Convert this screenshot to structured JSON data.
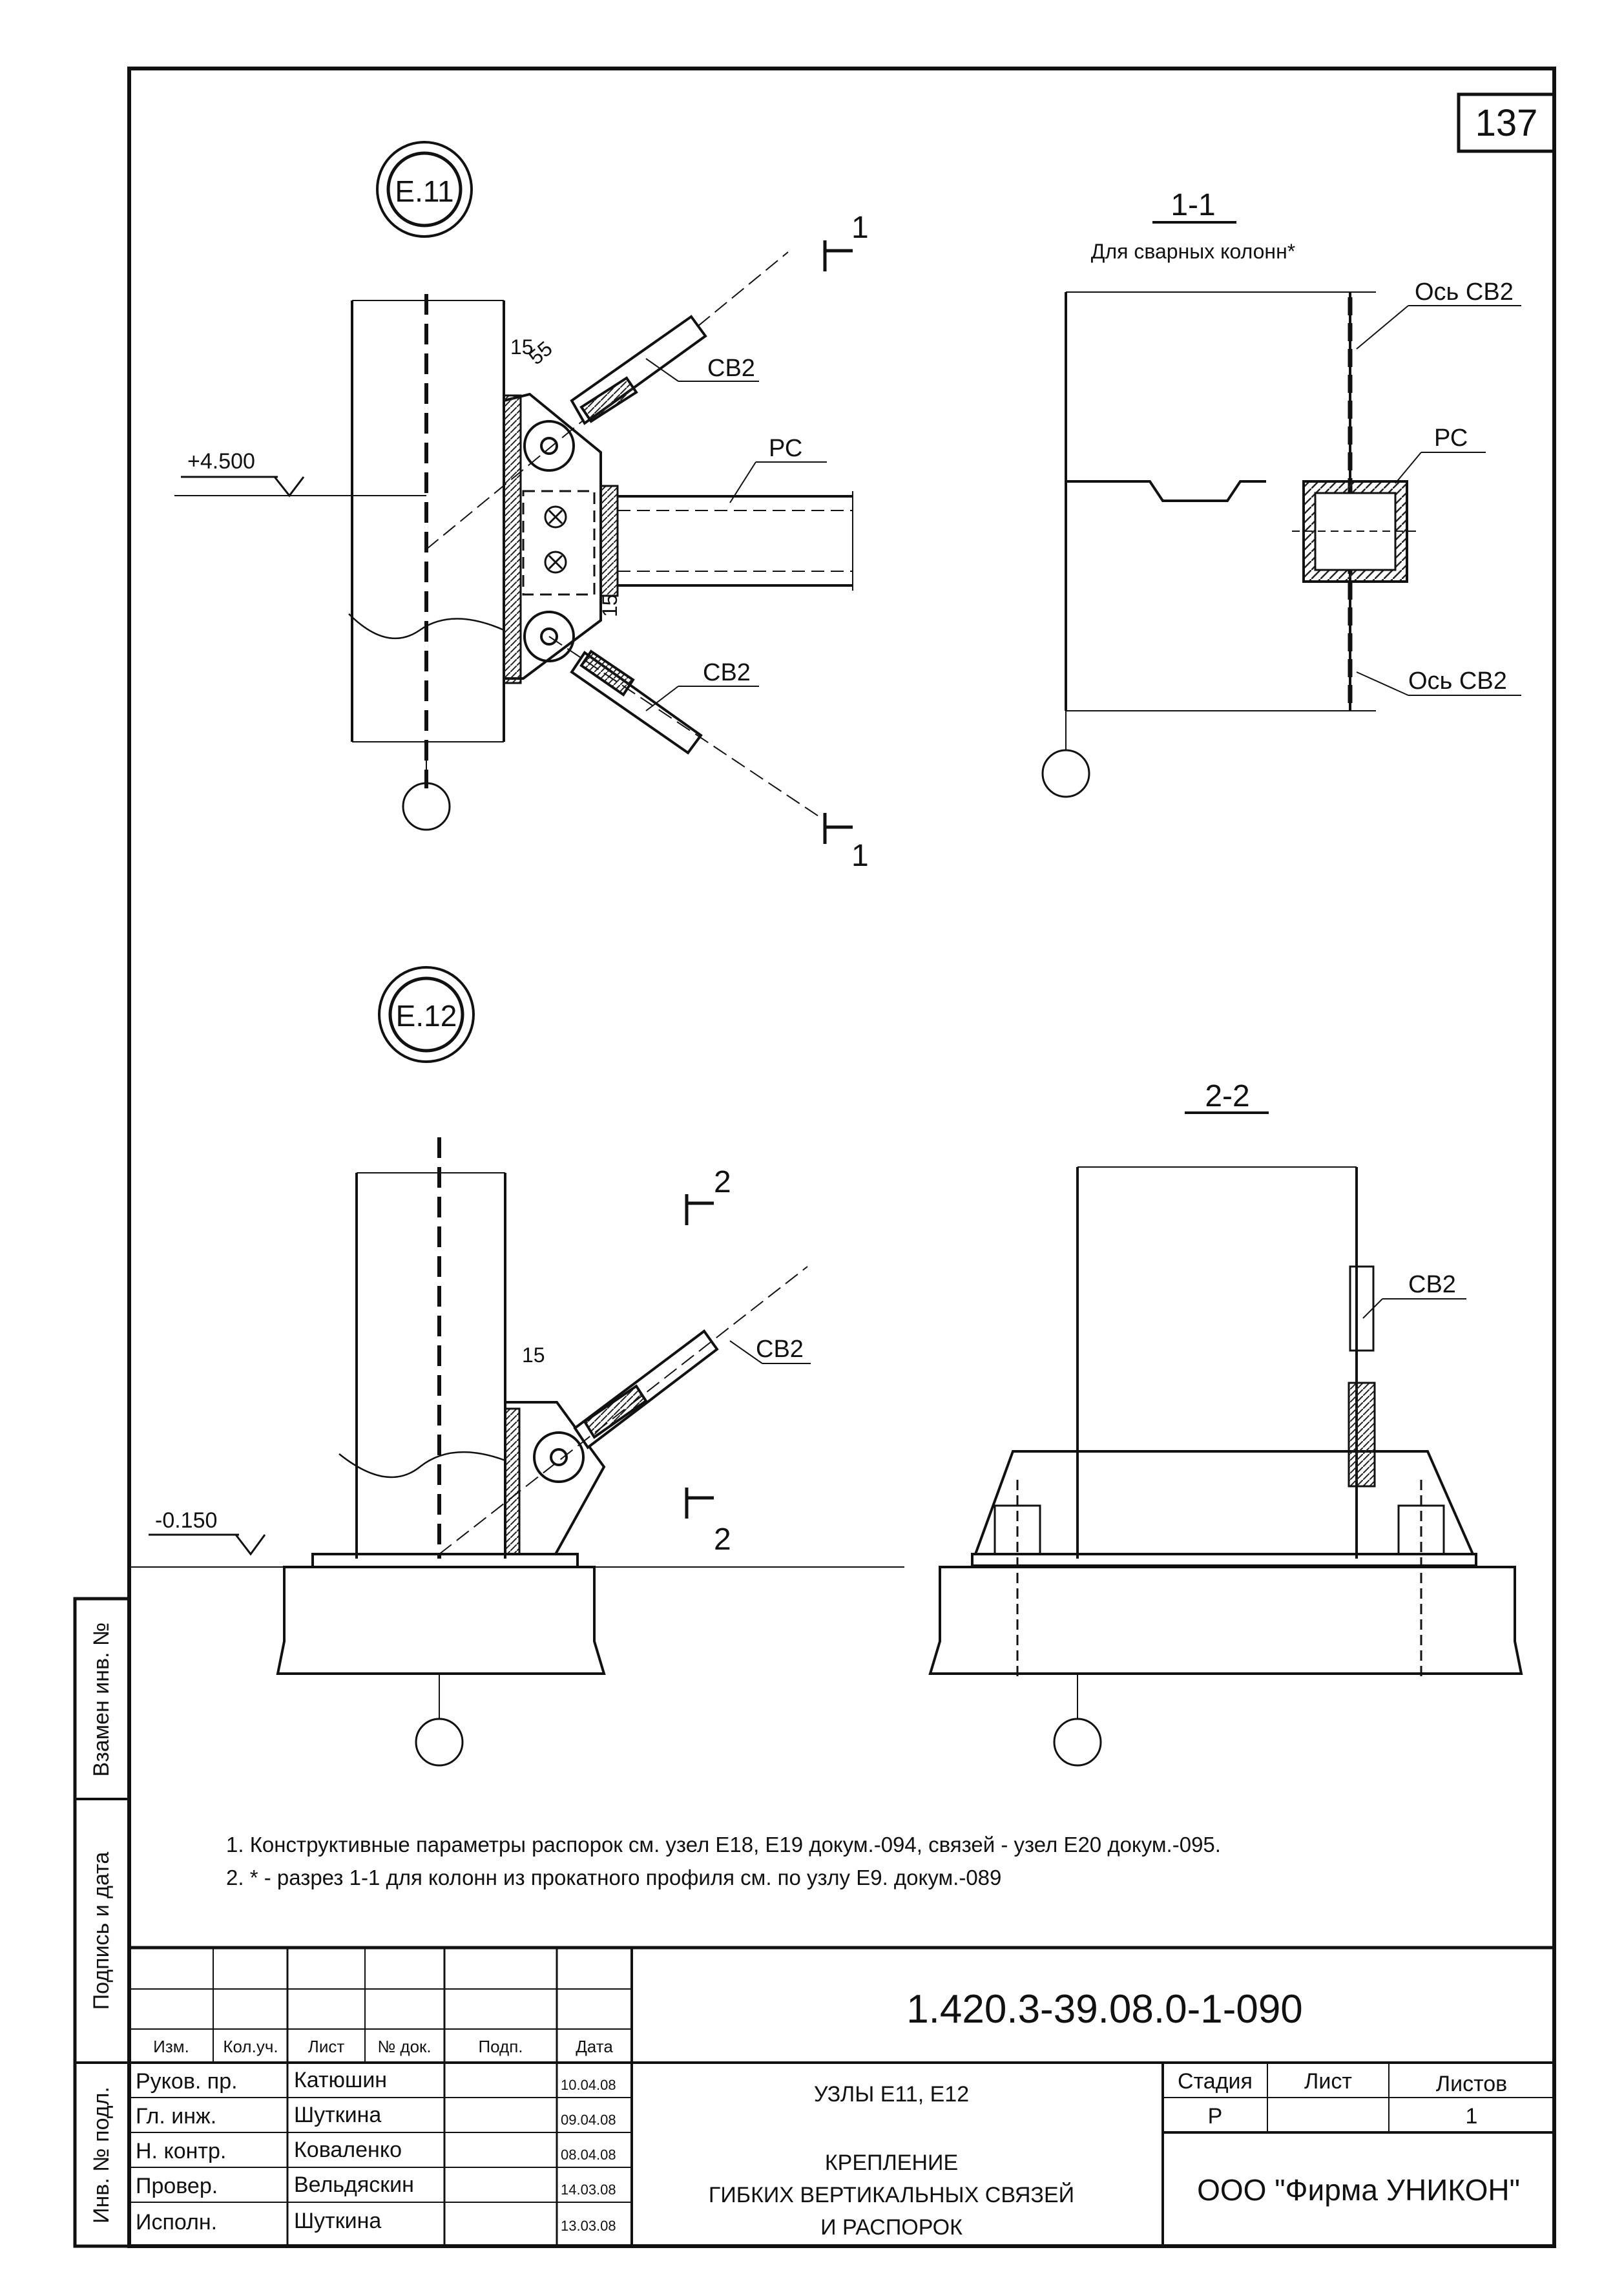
{
  "sheet_number": "137",
  "nodes": {
    "e11": "Е.11",
    "e12": "Е.12"
  },
  "section_marks": {
    "s1": "1",
    "s2": "2"
  },
  "drawing_e11": {
    "level": "+4.500",
    "dim_15_top": "15",
    "dim_55": "55",
    "dim_15_bottom": "15",
    "label_cb2_top": "СВ2",
    "label_pc": "РС",
    "label_cb2_bottom": "СВ2"
  },
  "section_1_1": {
    "title": "1-1",
    "subtitle": "Для сварных колонн*",
    "axis_top": "Ось СВ2",
    "label_pc": "РС",
    "axis_bottom": "Ось СВ2"
  },
  "drawing_e12": {
    "level": "-0.150",
    "dim_15": "15",
    "label_cb2": "СВ2"
  },
  "section_2_2": {
    "title": "2-2",
    "label_cb2": "СВ2"
  },
  "notes": [
    "1. Конструктивные параметры распорок см. узел Е18, Е19 докум.-094, связей - узел Е20 докум.-095.",
    "2. * - разрез 1-1 для колонн из прокатного профиля см. по узлу Е9. докум.-089"
  ],
  "side_stamp": {
    "vzamen": "Взамен инв. №",
    "podpis": "Подпись и дата",
    "inv": "Инв. № подл."
  },
  "title_block": {
    "code": "1.420.3-39.08.0-1-090",
    "headers": [
      "Изм.",
      "Кол.уч.",
      "Лист",
      "№ док.",
      "Подп.",
      "Дата"
    ],
    "rows": [
      {
        "role": "Руков. пр.",
        "name": "Катюшин",
        "date": "10.04.08"
      },
      {
        "role": "Гл. инж.",
        "name": "Шуткина",
        "date": "09.04.08"
      },
      {
        "role": "Н. контр.",
        "name": "Коваленко",
        "date": "08.04.08"
      },
      {
        "role": "Провер.",
        "name": "Вельдяскин",
        "date": "14.03.08"
      },
      {
        "role": "Исполн.",
        "name": "Шуткина",
        "date": "13.03.08"
      }
    ],
    "subject": "УЗЛЫ Е11, Е12",
    "description": [
      "КРЕПЛЕНИЕ",
      "ГИБКИХ ВЕРТИКАЛЬНЫХ СВЯЗЕЙ",
      "И РАСПОРОК"
    ],
    "stage_label": "Стадия",
    "sheet_label": "Лист",
    "sheets_label": "Листов",
    "stage_value": "Р",
    "sheet_value": "",
    "sheets_value": "1",
    "company": "ООО \"Фирма УНИКОН\""
  }
}
